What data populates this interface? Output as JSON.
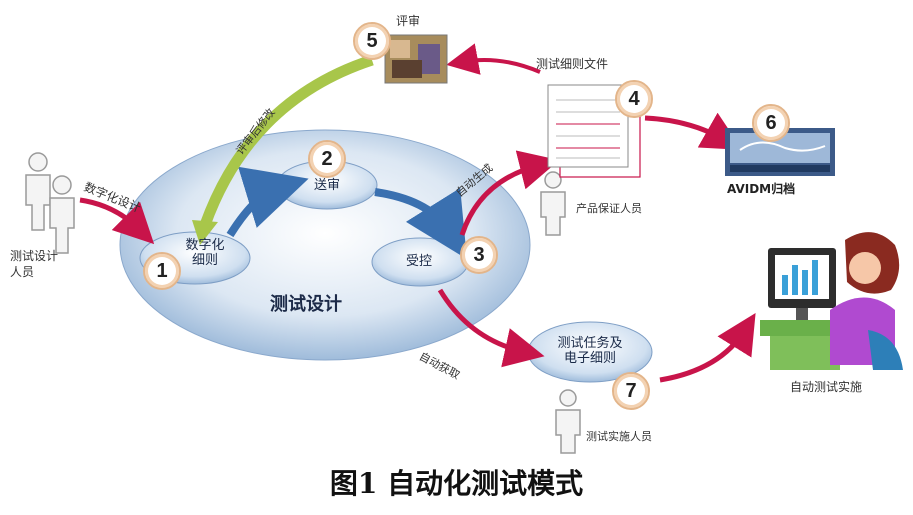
{
  "diagram": {
    "center_title": "测试设计",
    "caption": "图1   自动化测试模式",
    "nodes": {
      "n1": {
        "number": "1",
        "text_line1": "数字化",
        "text_line2": "细则"
      },
      "n2": {
        "number": "2",
        "text": "送审"
      },
      "n3": {
        "number": "3",
        "text": "受控"
      },
      "n4": {
        "number": "4"
      },
      "n5": {
        "number": "5"
      },
      "n6": {
        "number": "6"
      },
      "n7": {
        "number": "7",
        "text_line1": "测试任务及",
        "text_line2": "电子细则"
      }
    },
    "labels": {
      "test_designer": "测试设计人员",
      "digitize_design": "数字化设计",
      "review": "评审",
      "post_review_change": "评审后修改",
      "test_detail_docs": "测试细则文件",
      "auto_generate": "自动生成",
      "product_assurance": "产品保证人员",
      "avidm_archive": "AVIDM归档",
      "auto_fetch": "自动获取",
      "test_executor": "测试实施人员",
      "auto_test_execute": "自动测试实施"
    }
  },
  "colors": {
    "accent_red": "#c8144a",
    "review_arrow_green": "#a8c64a",
    "inner_arrow_blue": "#3a70b0",
    "ellipse_blue": "#9ab7d8"
  }
}
